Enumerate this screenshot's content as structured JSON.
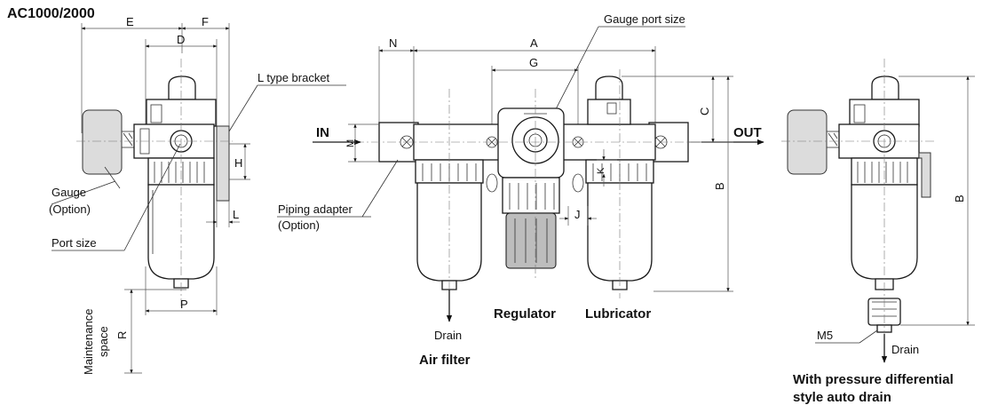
{
  "title": "AC1000/2000",
  "labels": {
    "gauge_port_size": "Gauge port size",
    "l_type_bracket": "L type bracket",
    "gauge": "Gauge",
    "gauge_option": "(Option)",
    "port_size": "Port size",
    "piping_adapter": "Piping adapter",
    "piping_adapter_option": "(Option)",
    "maintenance_space_1": "Maintenance",
    "maintenance_space_2": "space",
    "in": "IN",
    "out": "OUT",
    "drain_center": "Drain",
    "drain_right": "Drain",
    "m5": "M5"
  },
  "captions": {
    "air_filter": "Air filter",
    "regulator": "Regulator",
    "lubricator": "Lubricator",
    "auto_drain_1": "With pressure differential",
    "auto_drain_2": "style auto drain"
  },
  "dimension_letters": {
    "A": "A",
    "B_center": "B",
    "B_right": "B",
    "C": "C",
    "D": "D",
    "E": "E",
    "F": "F",
    "G": "G",
    "H": "H",
    "J": "J",
    "K": "K",
    "L": "L",
    "M": "M",
    "N": "N",
    "P": "P",
    "R": "R"
  }
}
